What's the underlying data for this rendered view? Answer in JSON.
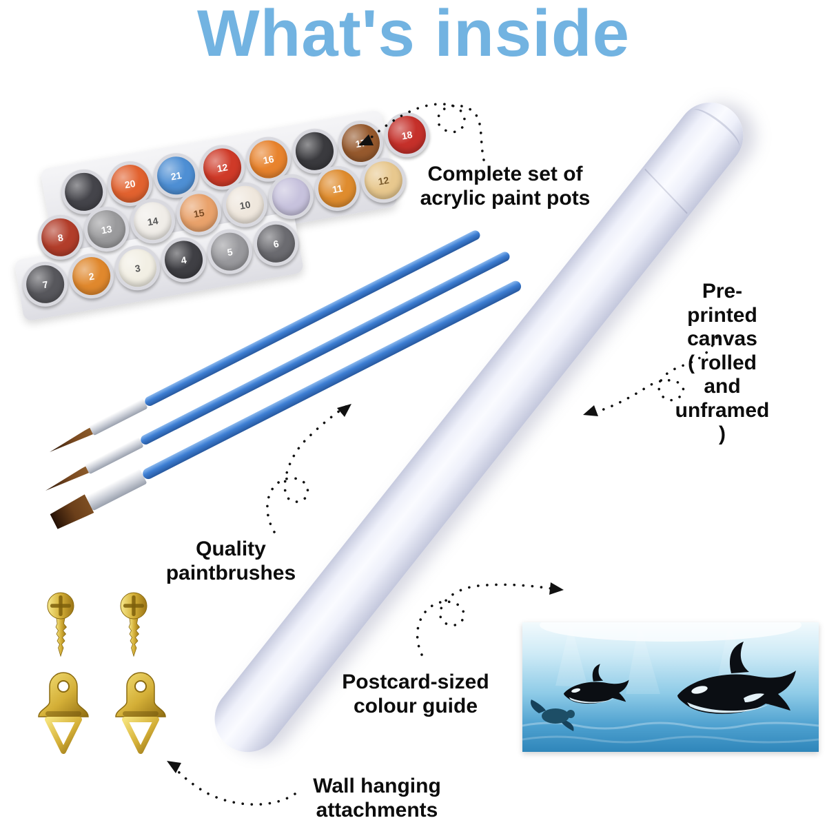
{
  "title": "What's inside",
  "labels": {
    "paint_pots": "Complete set of\nacrylic paint pots",
    "canvas": "Pre-printed canvas\n( rolled and unframed )",
    "brushes": "Quality\npaintbrushes",
    "colour_guide": "Postcard-sized\ncolour guide",
    "hangers": "Wall hanging\nattachments"
  },
  "paint_pots": {
    "count": 22,
    "rows": [
      [
        {
          "c": "#44444a",
          "n": "",
          "t": "#ffffff"
        },
        {
          "c": "#e2622f",
          "n": "20",
          "t": "#ffffff"
        },
        {
          "c": "#4e8fd4",
          "n": "21",
          "t": "#ffffff"
        },
        {
          "c": "#cf3a28",
          "n": "12",
          "t": "#ffffff"
        },
        {
          "c": "#e8832d",
          "n": "16",
          "t": "#ffffff"
        },
        {
          "c": "#3a3a3e",
          "n": "",
          "t": "#ffffff"
        },
        {
          "c": "#96592d",
          "n": "17",
          "t": "#ffffff"
        },
        {
          "c": "#c5302a",
          "n": "18",
          "t": "#ffffff"
        }
      ],
      [
        {
          "c": "#b23d2a",
          "n": "8",
          "t": "#ffffff"
        },
        {
          "c": "#9a9a9c",
          "n": "13",
          "t": "#ffffff"
        },
        {
          "c": "#f0ede8",
          "n": "14",
          "t": "#555555"
        },
        {
          "c": "#e9a26b",
          "n": "15",
          "t": "#7a4a22"
        },
        {
          "c": "#efe7dd",
          "n": "10",
          "t": "#555555"
        },
        {
          "c": "#c7c2dd",
          "n": "",
          "t": "#555555"
        },
        {
          "c": "#df8c2e",
          "n": "11",
          "t": "#ffffff"
        },
        {
          "c": "#e8c88e",
          "n": "12",
          "t": "#7a5a2a"
        }
      ],
      [
        {
          "c": "#57575c",
          "n": "7",
          "t": "#ffffff"
        },
        {
          "c": "#e0882d",
          "n": "2",
          "t": "#ffffff"
        },
        {
          "c": "#f2efe4",
          "n": "3",
          "t": "#555555"
        },
        {
          "c": "#3f3f44",
          "n": "4",
          "t": "#ffffff"
        },
        {
          "c": "#99999d",
          "n": "5",
          "t": "#ffffff"
        },
        {
          "c": "#6b6b70",
          "n": "6",
          "t": "#ffffff"
        }
      ]
    ]
  },
  "colors": {
    "title": "#72b3e1",
    "brush_handle": "#3d7ed3",
    "canvas_roll": "#eef0fa",
    "gold": "#d4af37",
    "arrow": "#111111",
    "postcard_sea_deep": "#2f86ba"
  }
}
